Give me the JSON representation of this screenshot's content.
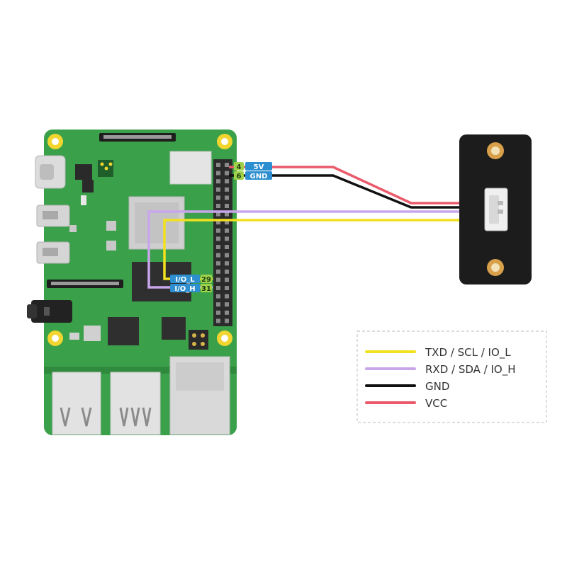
{
  "pins": {
    "vcc": {
      "number": "4",
      "label": "5V"
    },
    "gnd": {
      "number": "6",
      "label": "GND"
    },
    "io_l": {
      "label": "I/O_L",
      "number": "29"
    },
    "io_h": {
      "label": "I/O_H",
      "number": "31"
    }
  },
  "legend": {
    "items": [
      {
        "label": "TXD / SCL / IO_L",
        "color": "#f2e11e"
      },
      {
        "label": "RXD / SDA / IO_H",
        "color": "#c9a6ec"
      },
      {
        "label": "GND",
        "color": "#111111"
      },
      {
        "label": "VCC",
        "color": "#ea5a6a"
      }
    ]
  },
  "colors": {
    "board": "#3aa14a",
    "board_dark": "#2f8a3d",
    "sensor_body": "#1c1c1c",
    "pin_label_blue": "#2e8fd0",
    "pin_num_green": "#9fd24a",
    "brass": "#d8a04a"
  }
}
